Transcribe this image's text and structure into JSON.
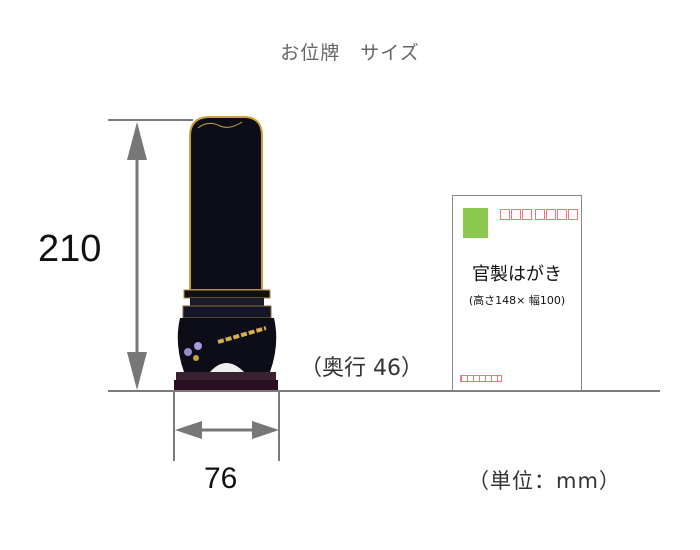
{
  "title": "お位牌　サイズ",
  "dimensions": {
    "height": "210",
    "width": "76",
    "depth": "（奥行 46）",
    "unit": "（単位：mm）"
  },
  "postcard": {
    "name": "官製はがき",
    "size": "(高さ148× 幅100)"
  },
  "colors": {
    "stamp": "#8cc850",
    "postal_box": "#e77777",
    "tablet": "#0d0d18",
    "gold": "#c8a040"
  }
}
